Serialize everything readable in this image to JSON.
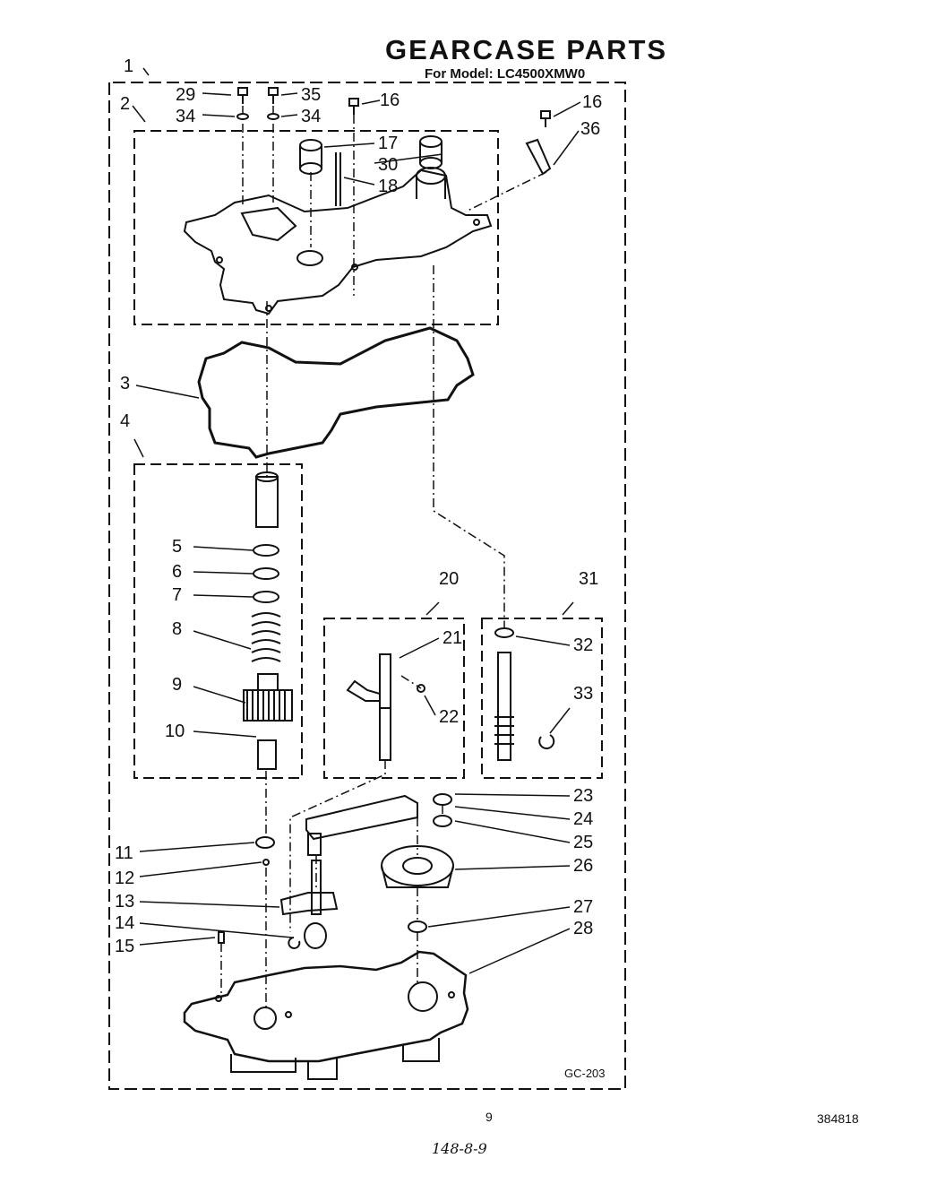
{
  "header": {
    "title": "GEARCASE PARTS",
    "model": "For Model: LC4500XMW0"
  },
  "callouts": {
    "c1": "1",
    "c2": "2",
    "c3": "3",
    "c4": "4",
    "c5": "5",
    "c6": "6",
    "c7": "7",
    "c8": "8",
    "c9": "9",
    "c10": "10",
    "c11": "11",
    "c12": "12",
    "c13": "13",
    "c14": "14",
    "c15": "15",
    "c16a": "16",
    "c16b": "16",
    "c17": "17",
    "c18": "18",
    "c20": "20",
    "c21": "21",
    "c22": "22",
    "c23": "23",
    "c24": "24",
    "c25": "25",
    "c26": "26",
    "c27": "27",
    "c28": "28",
    "c29": "29",
    "c30": "30",
    "c31": "31",
    "c32": "32",
    "c33": "33",
    "c34a": "34",
    "c34b": "34",
    "c35": "35",
    "c36": "36"
  },
  "footer": {
    "figure_code": "GC-203",
    "page_number": "9",
    "doc_number": "384818",
    "handwritten": "148-8-9"
  }
}
